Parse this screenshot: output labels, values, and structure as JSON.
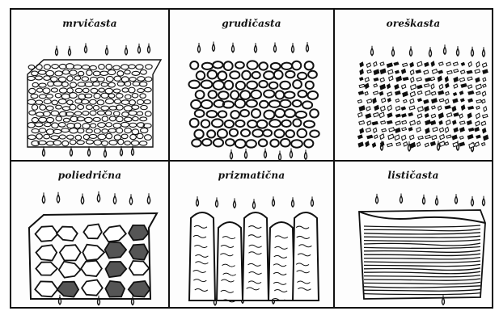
{
  "panels": [
    {
      "label": "mrvičasta"
    },
    {
      "label": "grudičasta"
    },
    {
      "label": "oreškasta"
    },
    {
      "label": "poliedrična"
    },
    {
      "label": "prizmatična"
    },
    {
      "label": "lističasta"
    }
  ]
}
